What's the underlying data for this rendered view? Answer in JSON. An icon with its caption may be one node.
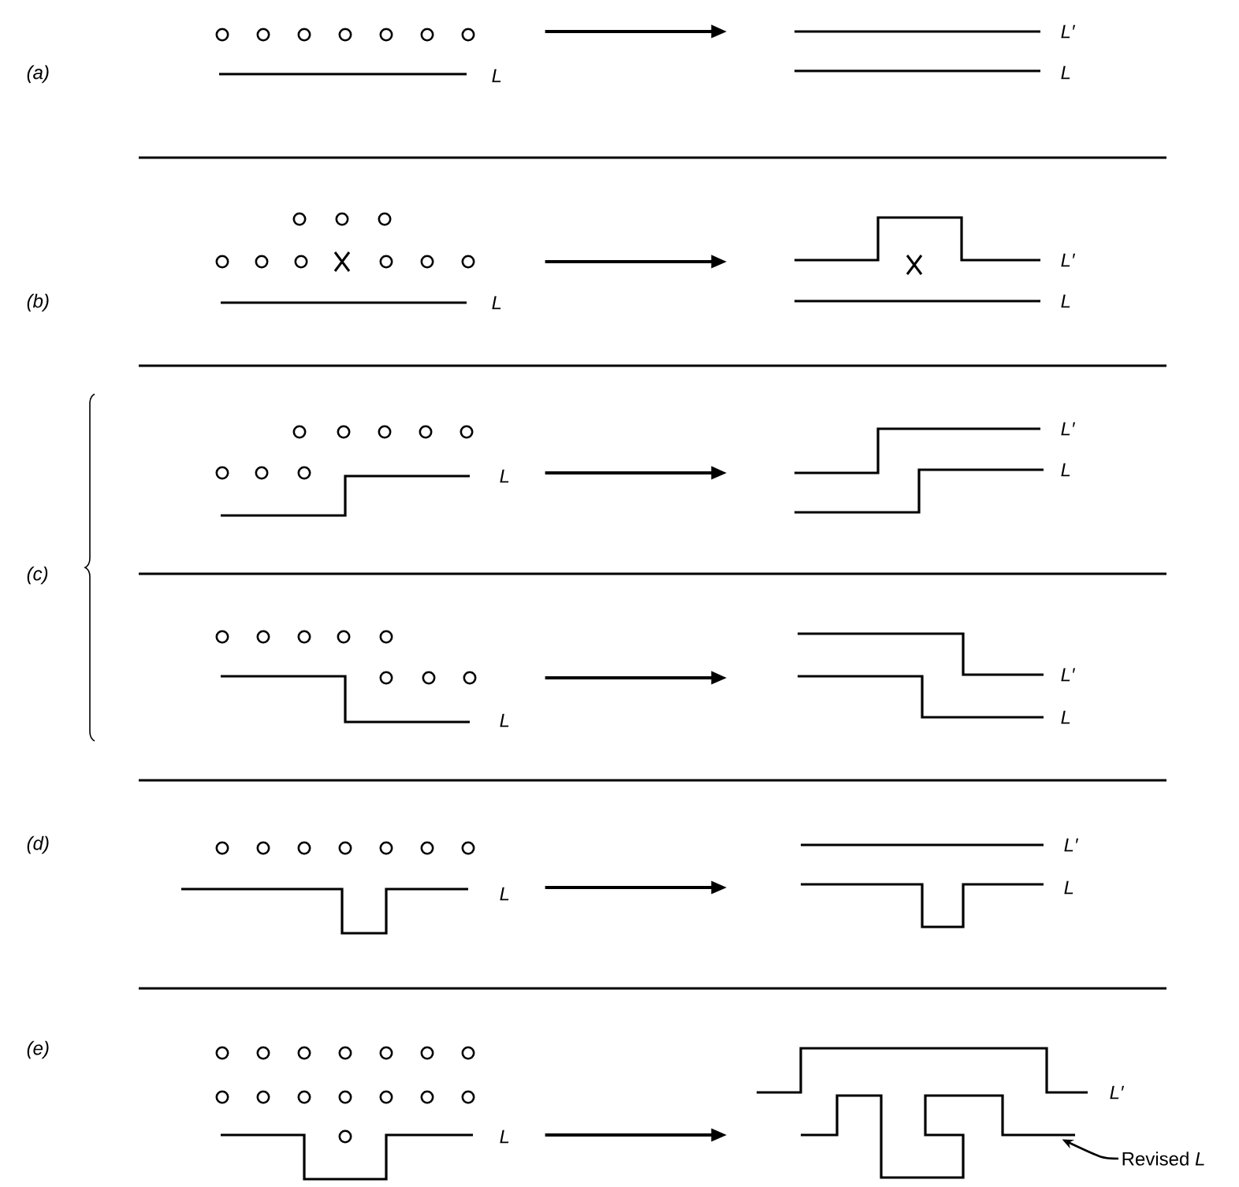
{
  "diagram": {
    "nodes": [
      {
        "text": [],
        "shape": "picture",
        "beside": [
          "L"
        ]
      },
      {
        "text": [],
        "shape": "picture",
        "beside": [
          "L′",
          "L"
        ]
      },
      {
        "text": [],
        "shape": "picture",
        "beside": [
          "L"
        ]
      },
      {
        "text": [],
        "shape": "picture",
        "beside": [
          "L′",
          "L"
        ]
      },
      {
        "text": [],
        "shape": "picture",
        "beside": [
          "L"
        ]
      },
      {
        "text": [],
        "shape": "picture",
        "beside": [
          "L′",
          "L"
        ]
      },
      {
        "text": [],
        "shape": "picture",
        "beside": [
          "L"
        ]
      },
      {
        "text": [],
        "shape": "picture",
        "beside": [
          "L′",
          "L"
        ]
      },
      {
        "text": [],
        "shape": "picture",
        "beside": [
          "L"
        ]
      },
      {
        "text": [],
        "shape": "picture",
        "beside": [
          "L′",
          "L"
        ]
      },
      {
        "text": [],
        "shape": "picture",
        "beside": [
          "L"
        ]
      },
      {
        "text": [],
        "shape": "picture",
        "beside": [
          "L′"
        ]
      },
      {
        "text": [
          "Revised *L*"
        ]
      }
    ],
    "edges": [
      {
        "from": 0,
        "to": 1,
        "arrow": "to"
      },
      {
        "from": 2,
        "to": 3,
        "arrow": "to"
      },
      {
        "from": 4,
        "to": 5,
        "arrow": "to"
      },
      {
        "from": 6,
        "to": 7,
        "arrow": "to"
      },
      {
        "from": 8,
        "to": 9,
        "arrow": "to"
      },
      {
        "from": 10,
        "to": 11,
        "arrow": "to"
      },
      {
        "from": 12,
        "to": 11,
        "arrow": "to"
      }
    ],
    "labels": [
      "(a)",
      "(b)",
      "(c)",
      "(d)",
      "(e)"
    ]
  }
}
